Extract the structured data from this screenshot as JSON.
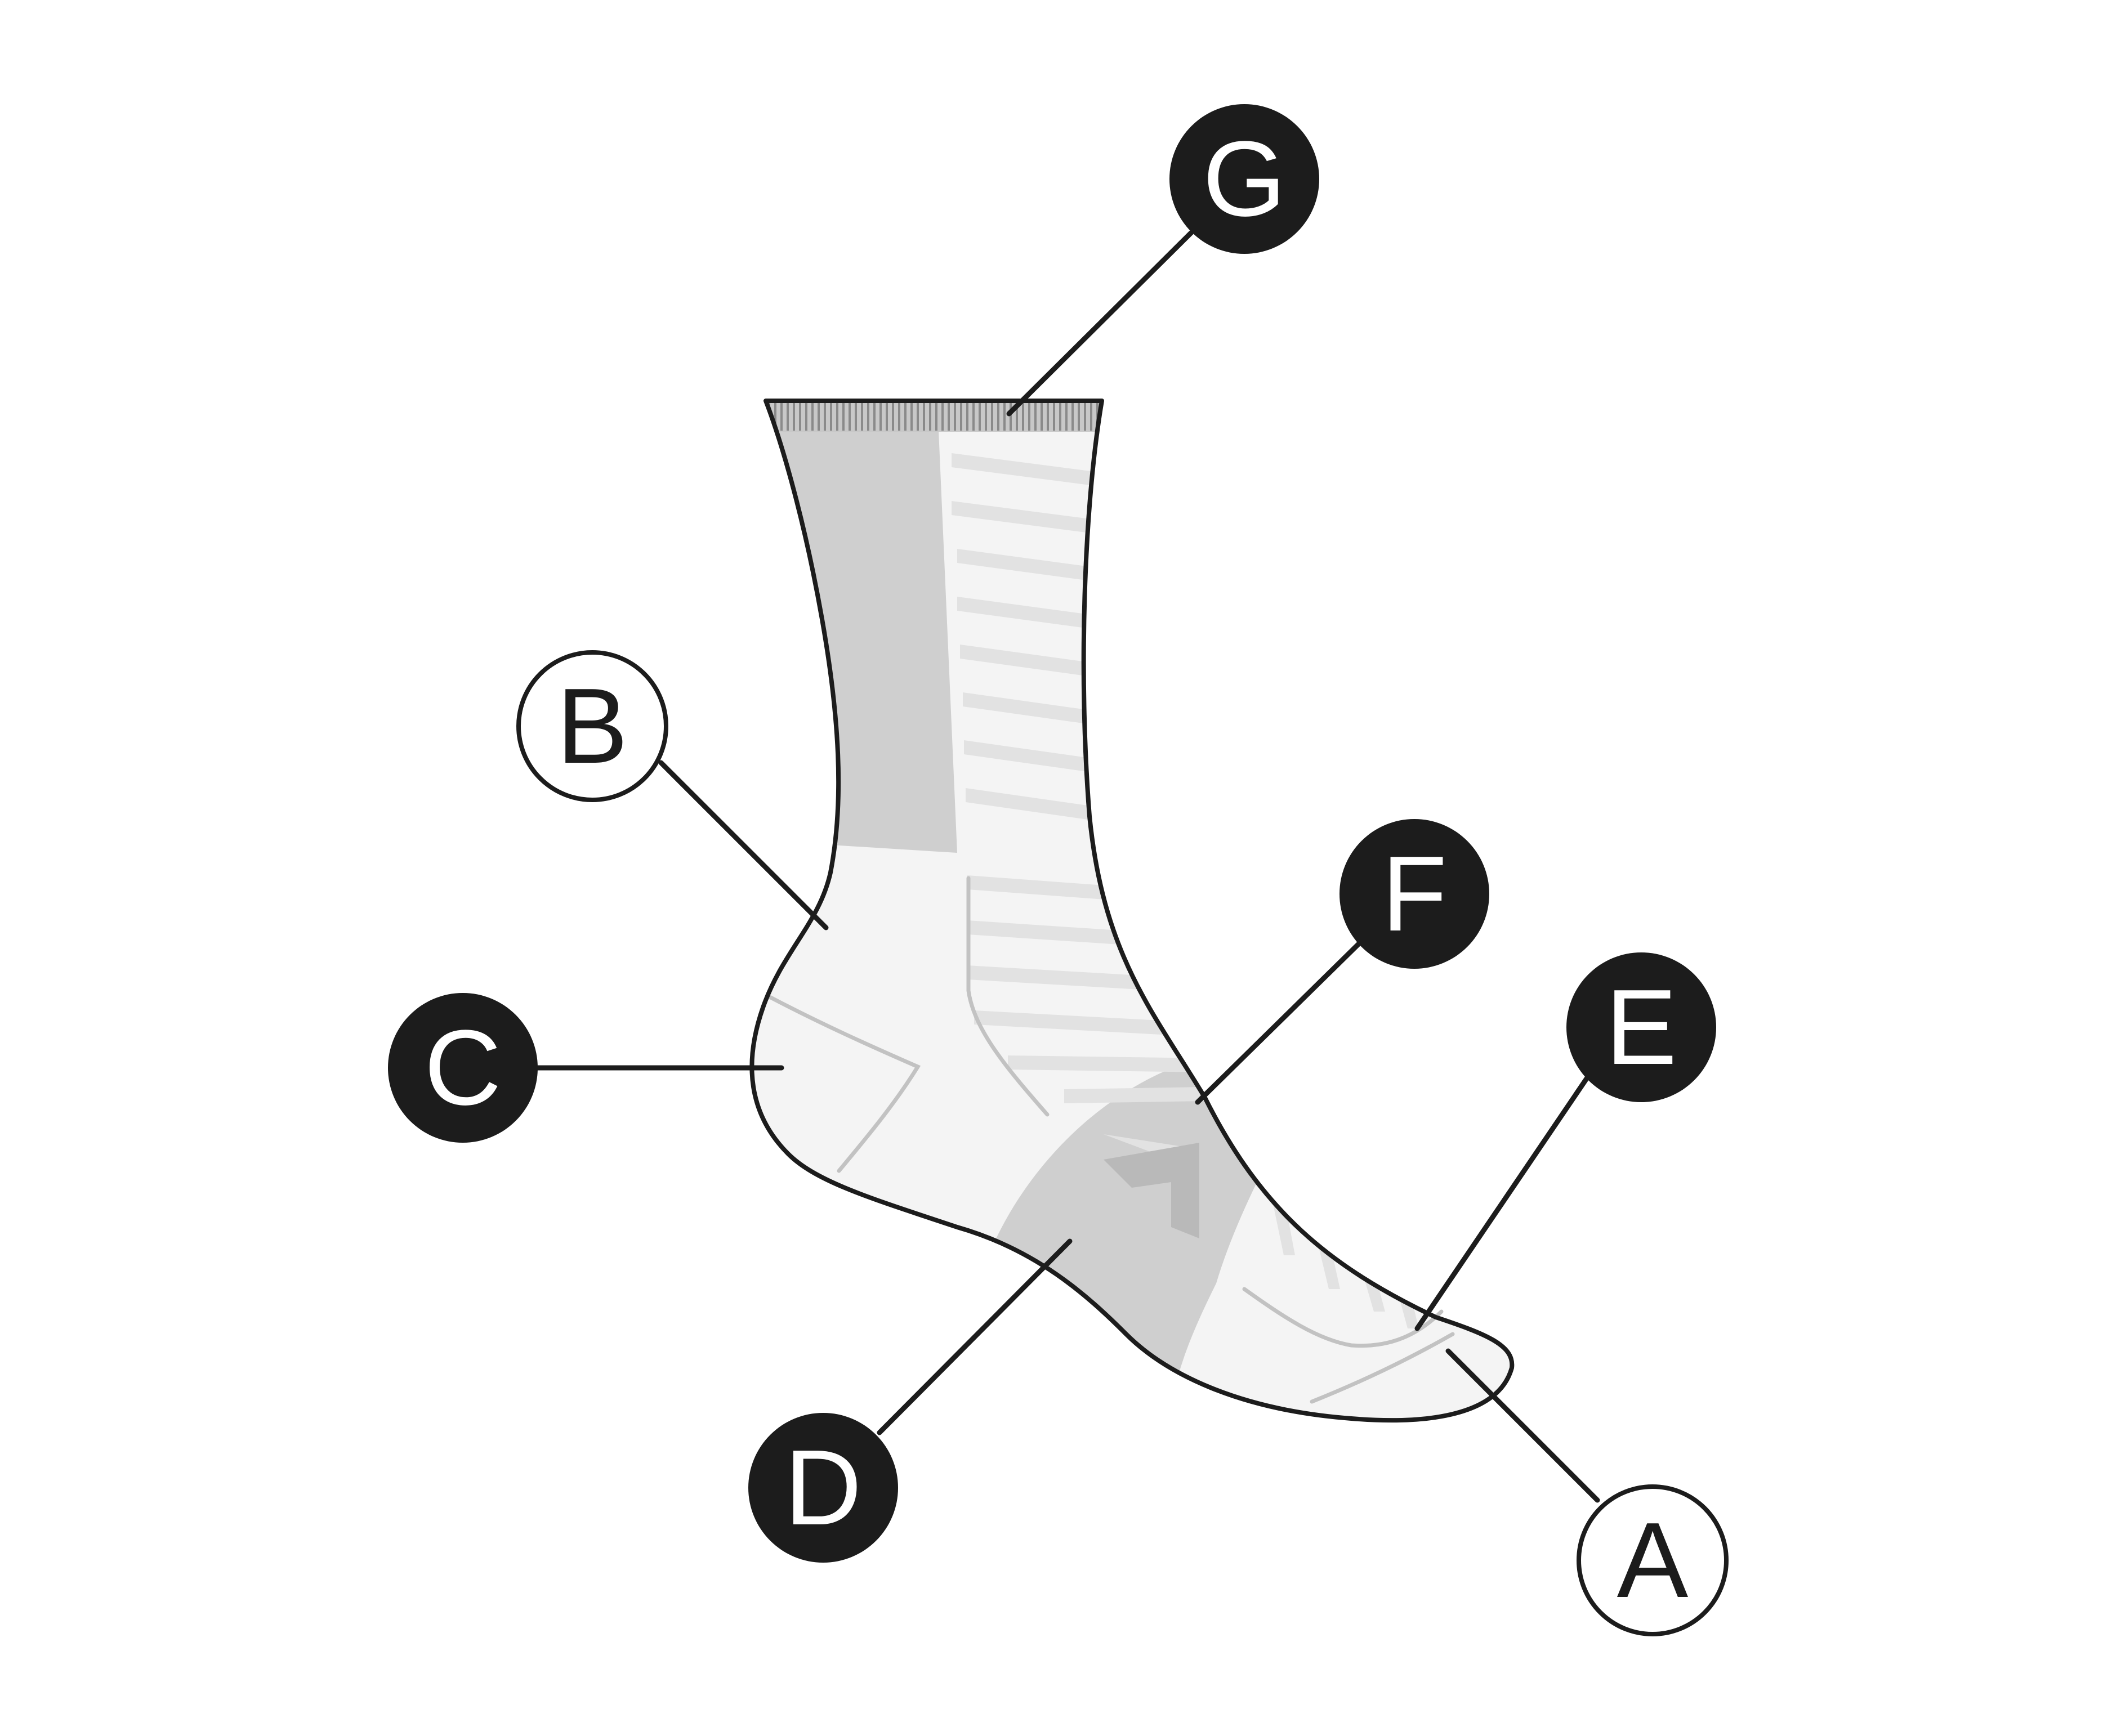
{
  "colors": {
    "ink": "#1c1c1c",
    "sock_base": "#f4f4f4",
    "sock_shade": "#cfcfcf",
    "stripe": "#e2e2e2",
    "seam": "#c2c2c2",
    "filled_badge_text": "#ffffff",
    "outline_badge_fill": "#ffffff"
  },
  "callouts": [
    {
      "id": "A",
      "label": "A",
      "style": "outline"
    },
    {
      "id": "B",
      "label": "B",
      "style": "outline"
    },
    {
      "id": "C",
      "label": "C",
      "style": "filled"
    },
    {
      "id": "D",
      "label": "D",
      "style": "filled"
    },
    {
      "id": "E",
      "label": "E",
      "style": "filled"
    },
    {
      "id": "F",
      "label": "F",
      "style": "filled"
    },
    {
      "id": "G",
      "label": "G",
      "style": "filled"
    }
  ]
}
